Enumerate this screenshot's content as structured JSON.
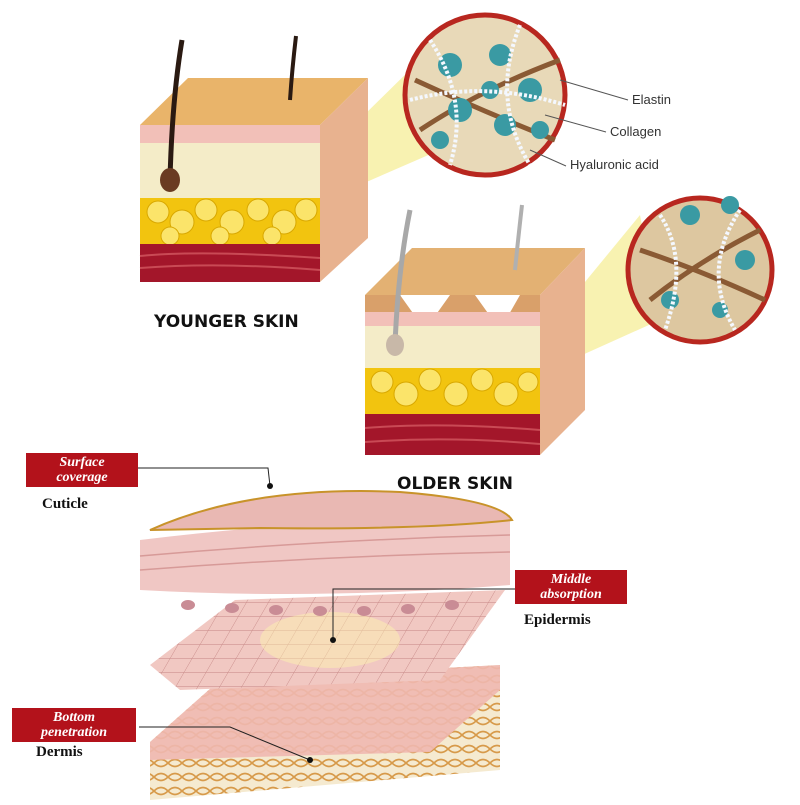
{
  "skin_comparison": {
    "younger_label": "YOUNGER SKIN",
    "older_label": "OLDER SKIN",
    "molecules": {
      "elastin": "Elastin",
      "collagen": "Collagen",
      "hyaluronic": "Hyaluronic acid"
    }
  },
  "layers": {
    "surface": {
      "tag_line1": "Surface",
      "tag_line2": "coverage",
      "name": "Cuticle"
    },
    "middle": {
      "tag_line1": "Middle",
      "tag_line2": "absorption",
      "name": "Epidermis"
    },
    "bottom": {
      "tag_line1": "Bottom",
      "tag_line2": "penetration",
      "name": "Dermis"
    }
  },
  "colors": {
    "tag_red": "#b3121b",
    "fat_yellow": "#f2c40f",
    "muscle_red": "#a3162a",
    "dermis_cream": "#f4ecc8",
    "epidermis_pink": "#f0c7c4",
    "callout_border": "#b8271f"
  }
}
